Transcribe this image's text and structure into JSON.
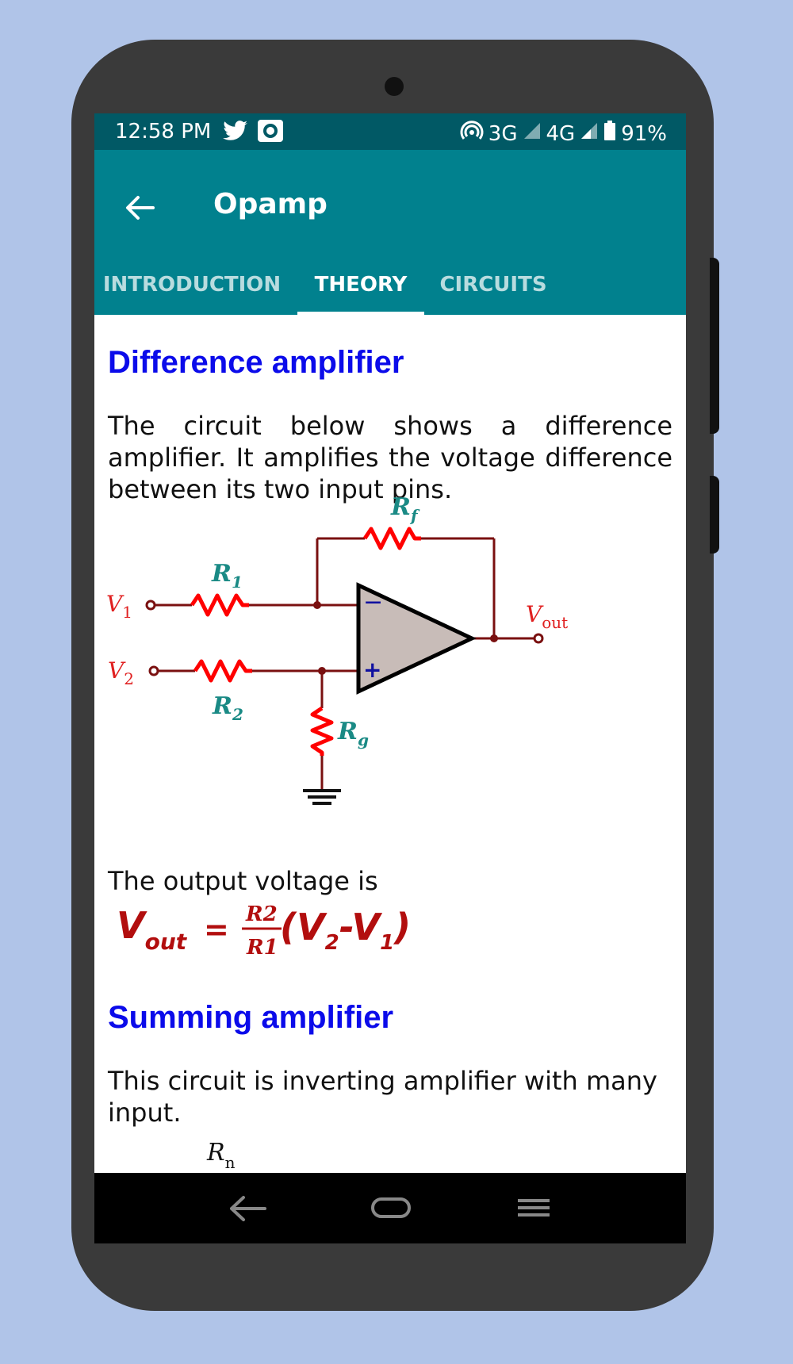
{
  "status_bar": {
    "time": "12:58 PM",
    "network_3g": "3G",
    "network_4g": "4G",
    "battery": "91%"
  },
  "app_bar": {
    "title": "Opamp"
  },
  "tabs": [
    {
      "label": "INTRODUCTION",
      "active": false
    },
    {
      "label": "THEORY",
      "active": true
    },
    {
      "label": "CIRCUITS",
      "active": false
    }
  ],
  "content": {
    "section1": {
      "heading": "Difference amplifier",
      "body": "The circuit below shows a difference amplifier. It amplifies the voltage difference between its two input pins.",
      "diagram": {
        "rf": "R",
        "rf_sub": "f",
        "r1": "R",
        "r1_sub": "1",
        "r2": "R",
        "r2_sub": "2",
        "rg": "R",
        "rg_sub": "g",
        "v1": "V",
        "v1_sub": "1",
        "v2": "V",
        "v2_sub": "2",
        "vout": "V",
        "vout_sub": "out",
        "minus": "−",
        "plus": "+"
      },
      "output_text": "The output voltage is",
      "formula": {
        "lhs": "V",
        "lhs_sub": "out",
        "eq": "=",
        "num": "R2",
        "den": "R1",
        "paren_open": "(V",
        "v2_sub": "2",
        "minus": "-V",
        "v1_sub": "1",
        "paren_close": ")"
      }
    },
    "section2": {
      "heading": "Summing amplifier",
      "body": "This circuit is inverting amplifier with many input.",
      "partial_label": "R",
      "partial_label_sub": "n"
    }
  },
  "colors": {
    "status_bar": "#015965",
    "app_bar": "#01818e",
    "heading": "#0b0bea",
    "formula": "#b20e0e",
    "resistor": "#ff0000",
    "label_teal": "#1a8a85",
    "wire": "#7a1010"
  },
  "icons": [
    "back-arrow-icon",
    "twitter-icon",
    "screen-record-icon",
    "hotspot-icon",
    "signal-icon",
    "battery-icon",
    "nav-back-icon",
    "nav-home-icon",
    "nav-recents-icon"
  ]
}
